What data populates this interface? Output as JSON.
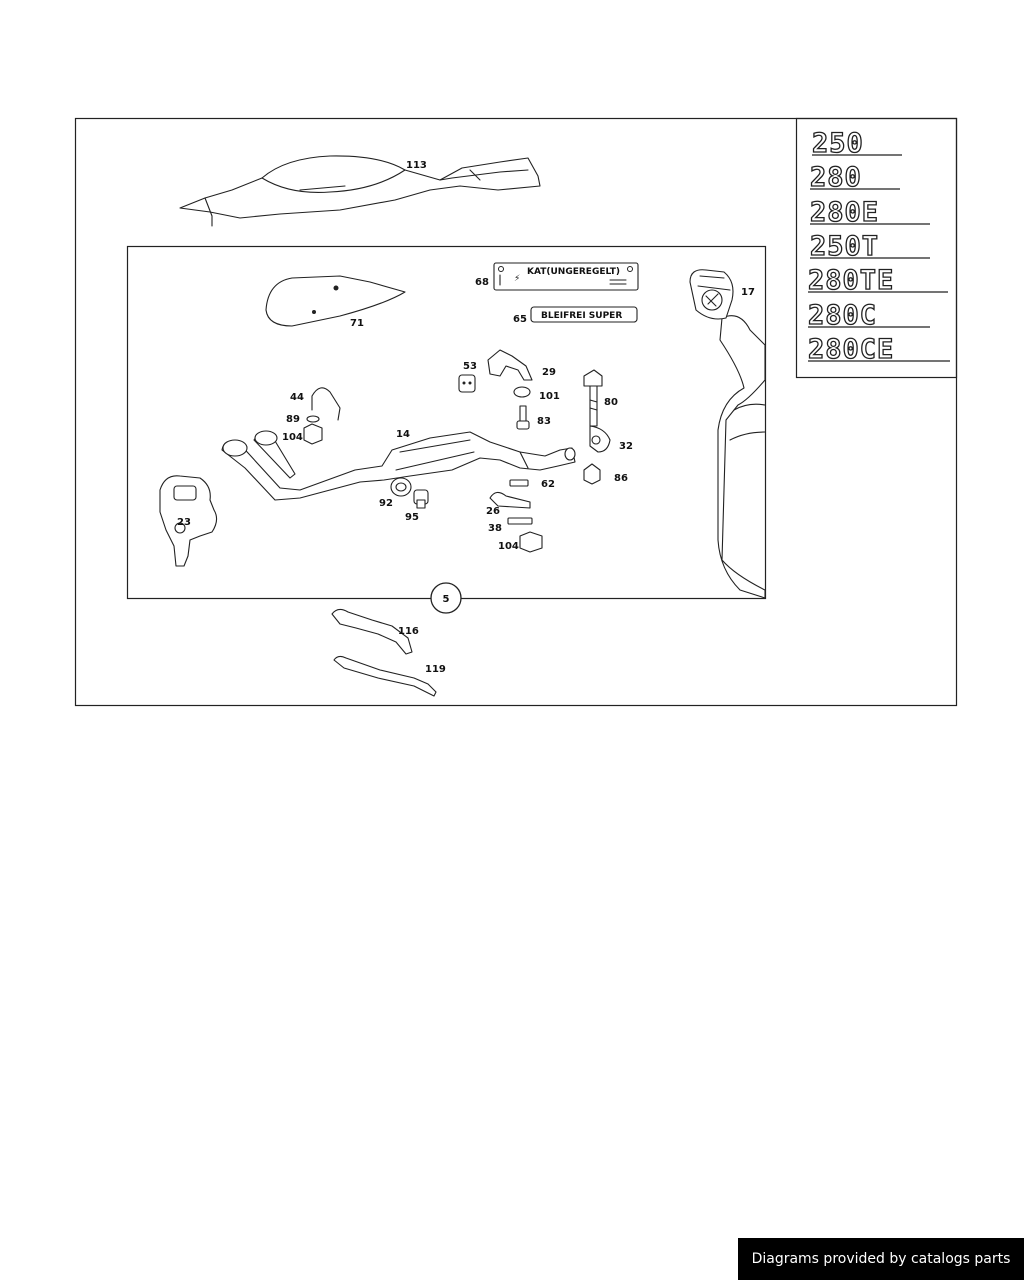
{
  "callouts": {
    "c113": "113",
    "c71": "71",
    "c68": "68",
    "c65": "65",
    "c17": "17",
    "c53": "53",
    "c29": "29",
    "c101": "101",
    "c83": "83",
    "c80": "80",
    "c44": "44",
    "c89": "89",
    "c104a": "104",
    "c14": "14",
    "c32": "32",
    "c86": "86",
    "c62": "62",
    "c92": "92",
    "c95": "95",
    "c26": "26",
    "c38": "38",
    "c104b": "104",
    "c23": "23",
    "c5": "5",
    "c116": "116",
    "c119": "119"
  },
  "labels": {
    "kat_plate": "KAT(UNGEREGELT)",
    "fuel_plate": "BLEIFREI SUPER"
  },
  "badges": [
    "250",
    "280",
    "280E",
    "250T",
    "280TE",
    "280C",
    "280CE"
  ],
  "footer": {
    "text": "Diagrams provided by catalogs parts"
  }
}
